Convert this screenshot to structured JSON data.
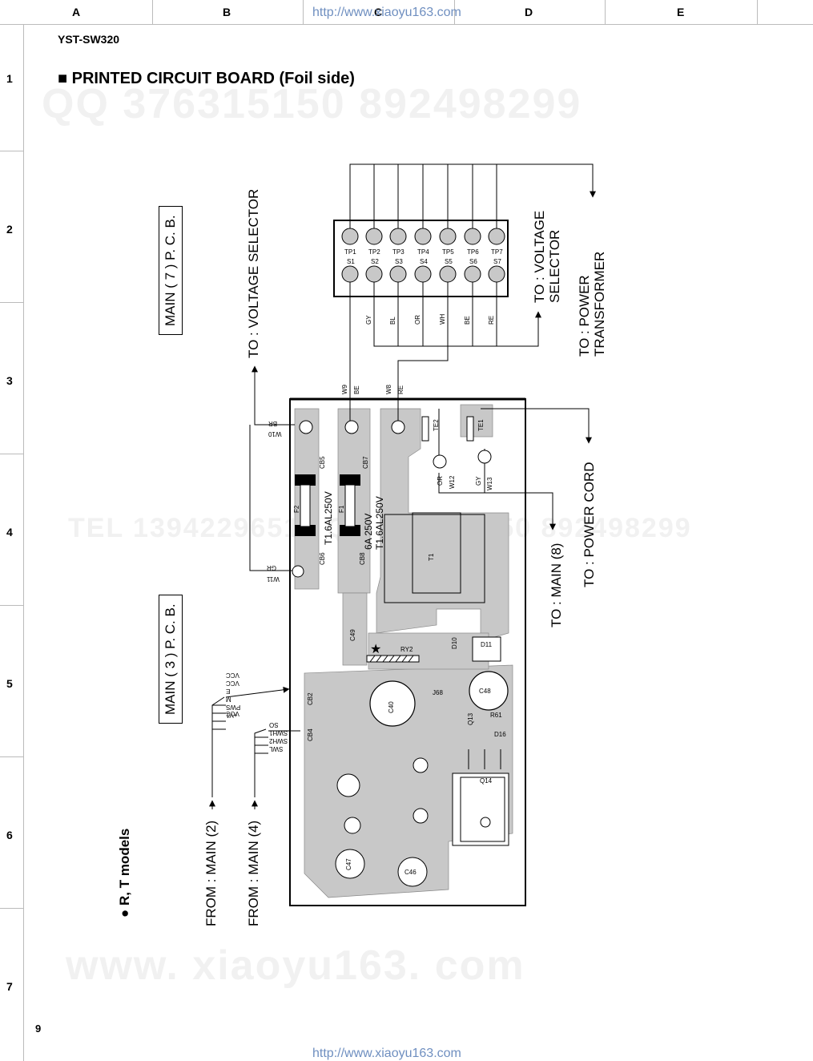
{
  "header": {
    "columns": [
      "A",
      "B",
      "C",
      "D",
      "E"
    ],
    "rows": [
      "1",
      "2",
      "3",
      "4",
      "5",
      "6",
      "7"
    ],
    "url_top": "http://www.xiaoyu163.com",
    "url_bottom": "http://www.xiaoyu163.com",
    "model": "YST-SW320",
    "page_number": "9"
  },
  "title": "■ PRINTED CIRCUIT BOARD (Foil side)",
  "watermarks": {
    "qq": "QQ 376315150   892498299",
    "tel": "TEL 13942296513   QQ 376315150   892498299",
    "site": "www. xiaoyu163. com"
  },
  "labels": {
    "main7": "MAIN ( 7 ) P. C. B.",
    "main3": "MAIN ( 3 ) P. C. B.",
    "to_voltage_selector_1": "TO : VOLTAGE SELECTOR",
    "to_voltage_selector_2": "TO : VOLTAGE SELECTOR",
    "to_power_transformer": "TO : POWER TRANSFORMER",
    "to_power_cord": "TO : POWER CORD",
    "to_main8": "TO : MAIN (8)",
    "from_main2": "FROM : MAIN (2)",
    "from_main4": "FROM : MAIN (4)",
    "models": "● R, T models"
  },
  "terminals": {
    "tp": [
      "TP1",
      "TP2",
      "TP3",
      "TP4",
      "TP5",
      "TP6",
      "TP7"
    ],
    "s": [
      "S1",
      "S2",
      "S3",
      "S4",
      "S5",
      "S6",
      "S7"
    ],
    "wires": [
      "GY",
      "BL",
      "OR",
      "WH",
      "BE",
      "RE"
    ]
  },
  "components": {
    "fuse1": "T1.6AL250V",
    "fuse2": "6A 250V T1.6AL250V",
    "f1": "F1",
    "f2": "F2",
    "cb5": "CB5",
    "cb6": "CB6",
    "cb7": "CB7",
    "cb8": "CB8",
    "t1": "T1",
    "ry2": "RY2",
    "c49": "C49",
    "d11": "D11",
    "d10": "D10",
    "c48": "C48",
    "c40": "C40",
    "c46": "C46",
    "c47": "C47",
    "q14": "Q14",
    "w8": "W8",
    "w9": "W9",
    "w10": "W10",
    "w11": "W11",
    "w12": "W12",
    "w13": "W13",
    "w8_color": "RE",
    "w9_color": "BE",
    "w10_color": "BR",
    "w11_color": "GR",
    "w12_color": "OR",
    "w13_color": "GY",
    "te1": "TE1",
    "te2": "TE2",
    "cb2": "CB2",
    "cb4": "CB4",
    "j68": "J68",
    "r61": "R61",
    "d16": "D16",
    "q13": "Q13"
  },
  "connector_pins_main2": [
    "VCC",
    "VCC",
    "E",
    "M",
    "PWS",
    "+V1"
  ],
  "connector_pins_main4": [
    "SO",
    "SWH1",
    "SWH2",
    "SWL"
  ],
  "colors": {
    "board": "#c8c8c8",
    "url": "#6f8fc0"
  }
}
